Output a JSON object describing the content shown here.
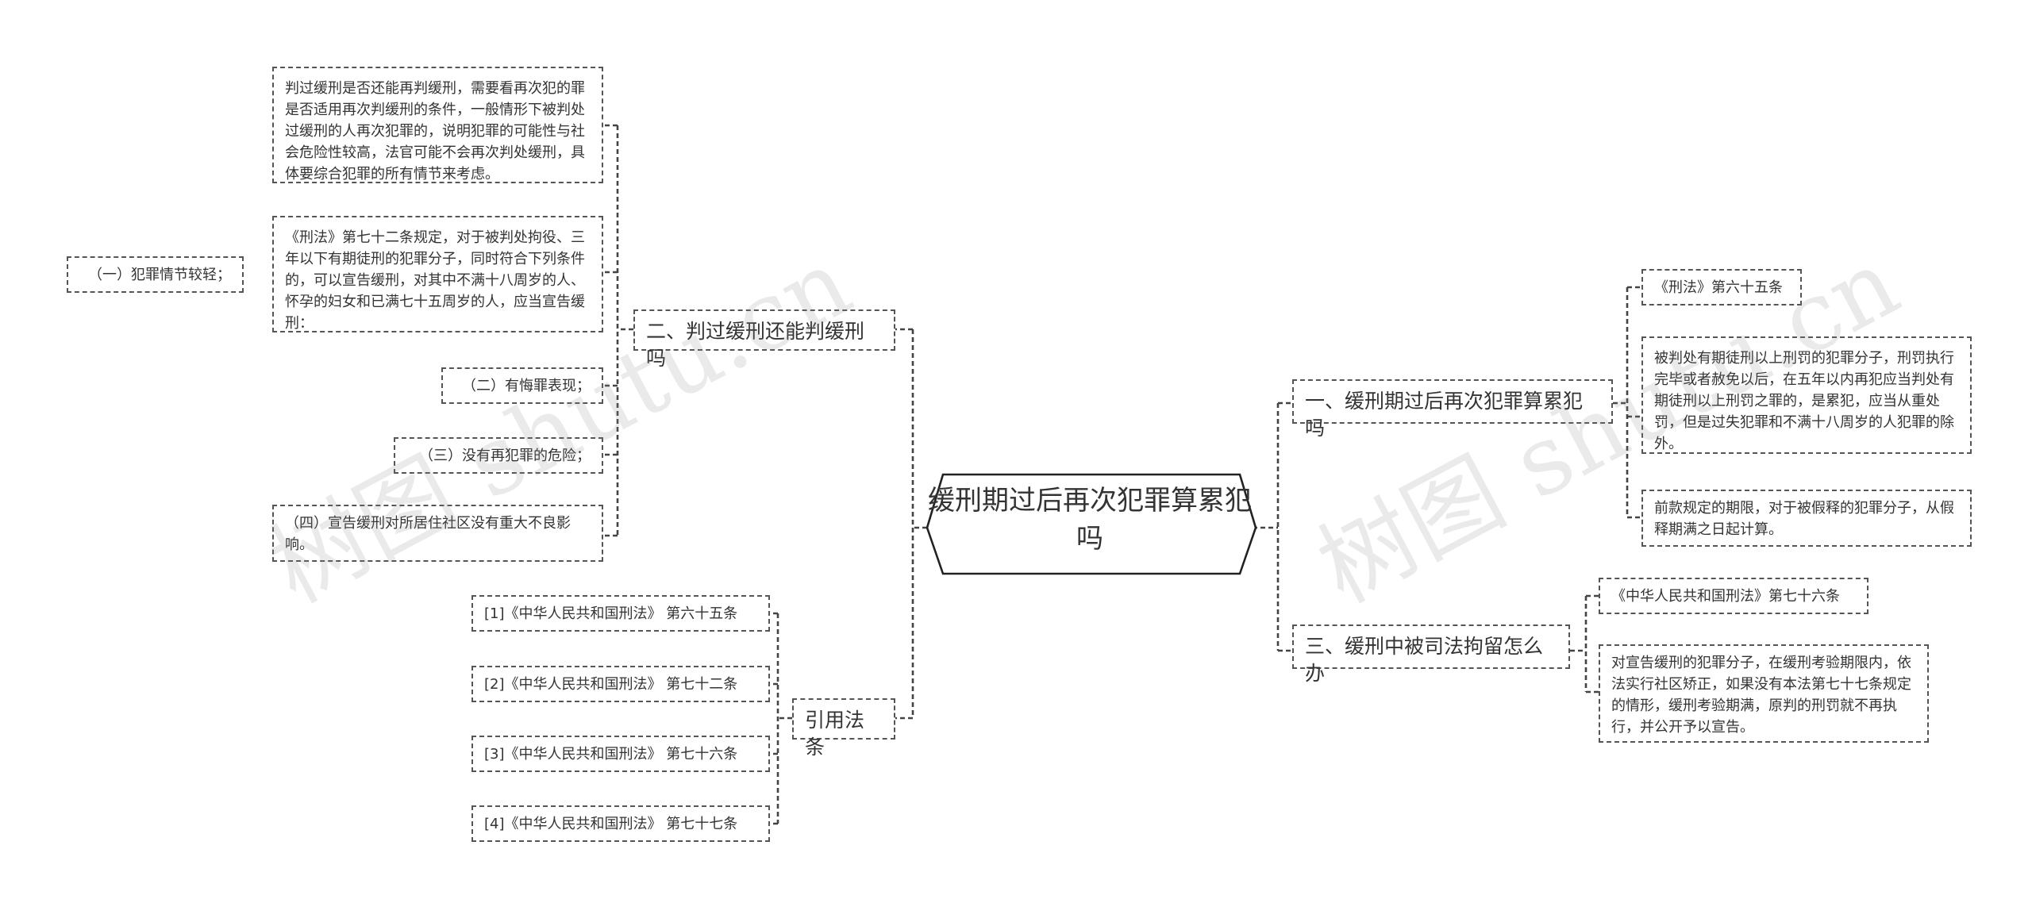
{
  "center": {
    "title": "缓刑期过后再次犯罪算累犯吗"
  },
  "branch_left_top": {
    "title": "二、判过缓刑还能判缓刑吗",
    "leaves": [
      "判过缓刑是否还能再判缓刑，需要看再次犯的罪是否适用再次判缓刑的条件，一般情形下被判处过缓刑的人再次犯罪的，说明犯罪的可能性与社会危险性较高，法官可能不会再次判处缓刑，具体要综合犯罪的所有情节来考虑。",
      "《刑法》第七十二条规定，对于被判处拘役、三年以下有期徒刑的犯罪分子，同时符合下列条件的，可以宣告缓刑，对其中不满十八周岁的人、怀孕的妇女和已满七十五周岁的人，应当宣告缓刑：",
      "（二）有悔罪表现；",
      "（三）没有再犯罪的危险；",
      "（四）宣告缓刑对所居住社区没有重大不良影响。"
    ],
    "sub_leaf": "（一）犯罪情节较轻；"
  },
  "branch_left_bottom": {
    "title": "引用法条",
    "leaves": [
      "[1]《中华人民共和国刑法》 第六十五条",
      "[2]《中华人民共和国刑法》 第七十二条",
      "[3]《中华人民共和国刑法》 第七十六条",
      "[4]《中华人民共和国刑法》 第七十七条"
    ]
  },
  "branch_right_top": {
    "title": "一、缓刑期过后再次犯罪算累犯吗",
    "leaves": [
      "《刑法》第六十五条",
      "被判处有期徒刑以上刑罚的犯罪分子，刑罚执行完毕或者赦免以后，在五年以内再犯应当判处有期徒刑以上刑罚之罪的，是累犯，应当从重处罚，但是过失犯罪和不满十八周岁的人犯罪的除外。",
      "前款规定的期限，对于被假释的犯罪分子，从假释期满之日起计算。"
    ]
  },
  "branch_right_bottom": {
    "title": "三、缓刑中被司法拘留怎么办",
    "leaves": [
      "《中华人民共和国刑法》第七十六条",
      "对宣告缓刑的犯罪分子，在缓刑考验期限内，依法实行社区矫正，如果没有本法第七十七条规定的情形，缓刑考验期满，原判的刑罚就不再执行，并公开予以宣告。"
    ]
  },
  "watermarks": [
    "树图 shutu.cn",
    "树图 shutu.cn"
  ]
}
